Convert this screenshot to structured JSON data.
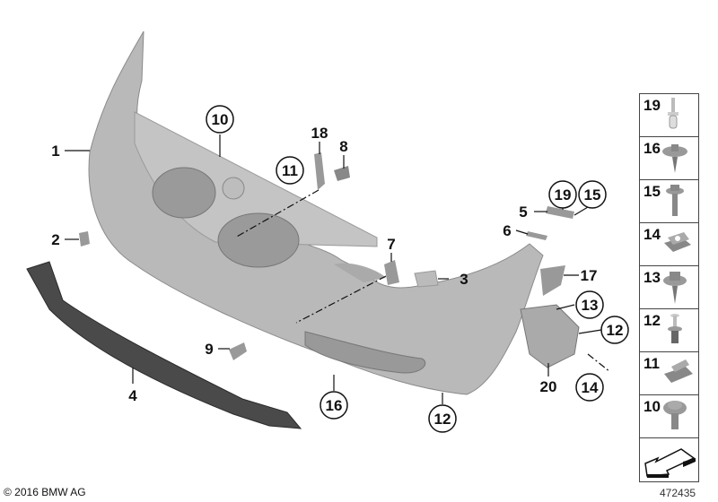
{
  "callouts": [
    {
      "number": "1",
      "circled": false
    },
    {
      "number": "10",
      "circled": true
    },
    {
      "number": "18",
      "circled": false
    },
    {
      "number": "8",
      "circled": false
    },
    {
      "number": "11",
      "circled": true
    },
    {
      "number": "2",
      "circled": false
    },
    {
      "number": "7",
      "circled": false
    },
    {
      "number": "3",
      "circled": false
    },
    {
      "number": "19",
      "circled": true
    },
    {
      "number": "15",
      "circled": true
    },
    {
      "number": "5",
      "circled": false
    },
    {
      "number": "6",
      "circled": false
    },
    {
      "number": "17",
      "circled": false
    },
    {
      "number": "13",
      "circled": true
    },
    {
      "number": "12",
      "circled": true
    },
    {
      "number": "9",
      "circled": false
    },
    {
      "number": "4",
      "circled": false
    },
    {
      "number": "16",
      "circled": true
    },
    {
      "number": "12",
      "circled": true
    },
    {
      "number": "20",
      "circled": false
    },
    {
      "number": "14",
      "circled": true
    }
  ],
  "legend": [
    {
      "number": "19",
      "icon": "rivet-icon"
    },
    {
      "number": "16",
      "icon": "washer-screw-icon"
    },
    {
      "number": "15",
      "icon": "hex-bolt-icon"
    },
    {
      "number": "14",
      "icon": "clip-nut-icon"
    },
    {
      "number": "13",
      "icon": "hex-washer-screw-icon"
    },
    {
      "number": "12",
      "icon": "expanding-rivet-icon"
    },
    {
      "number": "11",
      "icon": "spring-clip-icon"
    },
    {
      "number": "10",
      "icon": "pan-head-screw-icon"
    }
  ],
  "diagram_number": "472435",
  "copyright": "© 2016 BMW AG",
  "colors": {
    "part": "#b4b4b4",
    "part_dark": "#5a5a5a",
    "text": "#111111"
  }
}
